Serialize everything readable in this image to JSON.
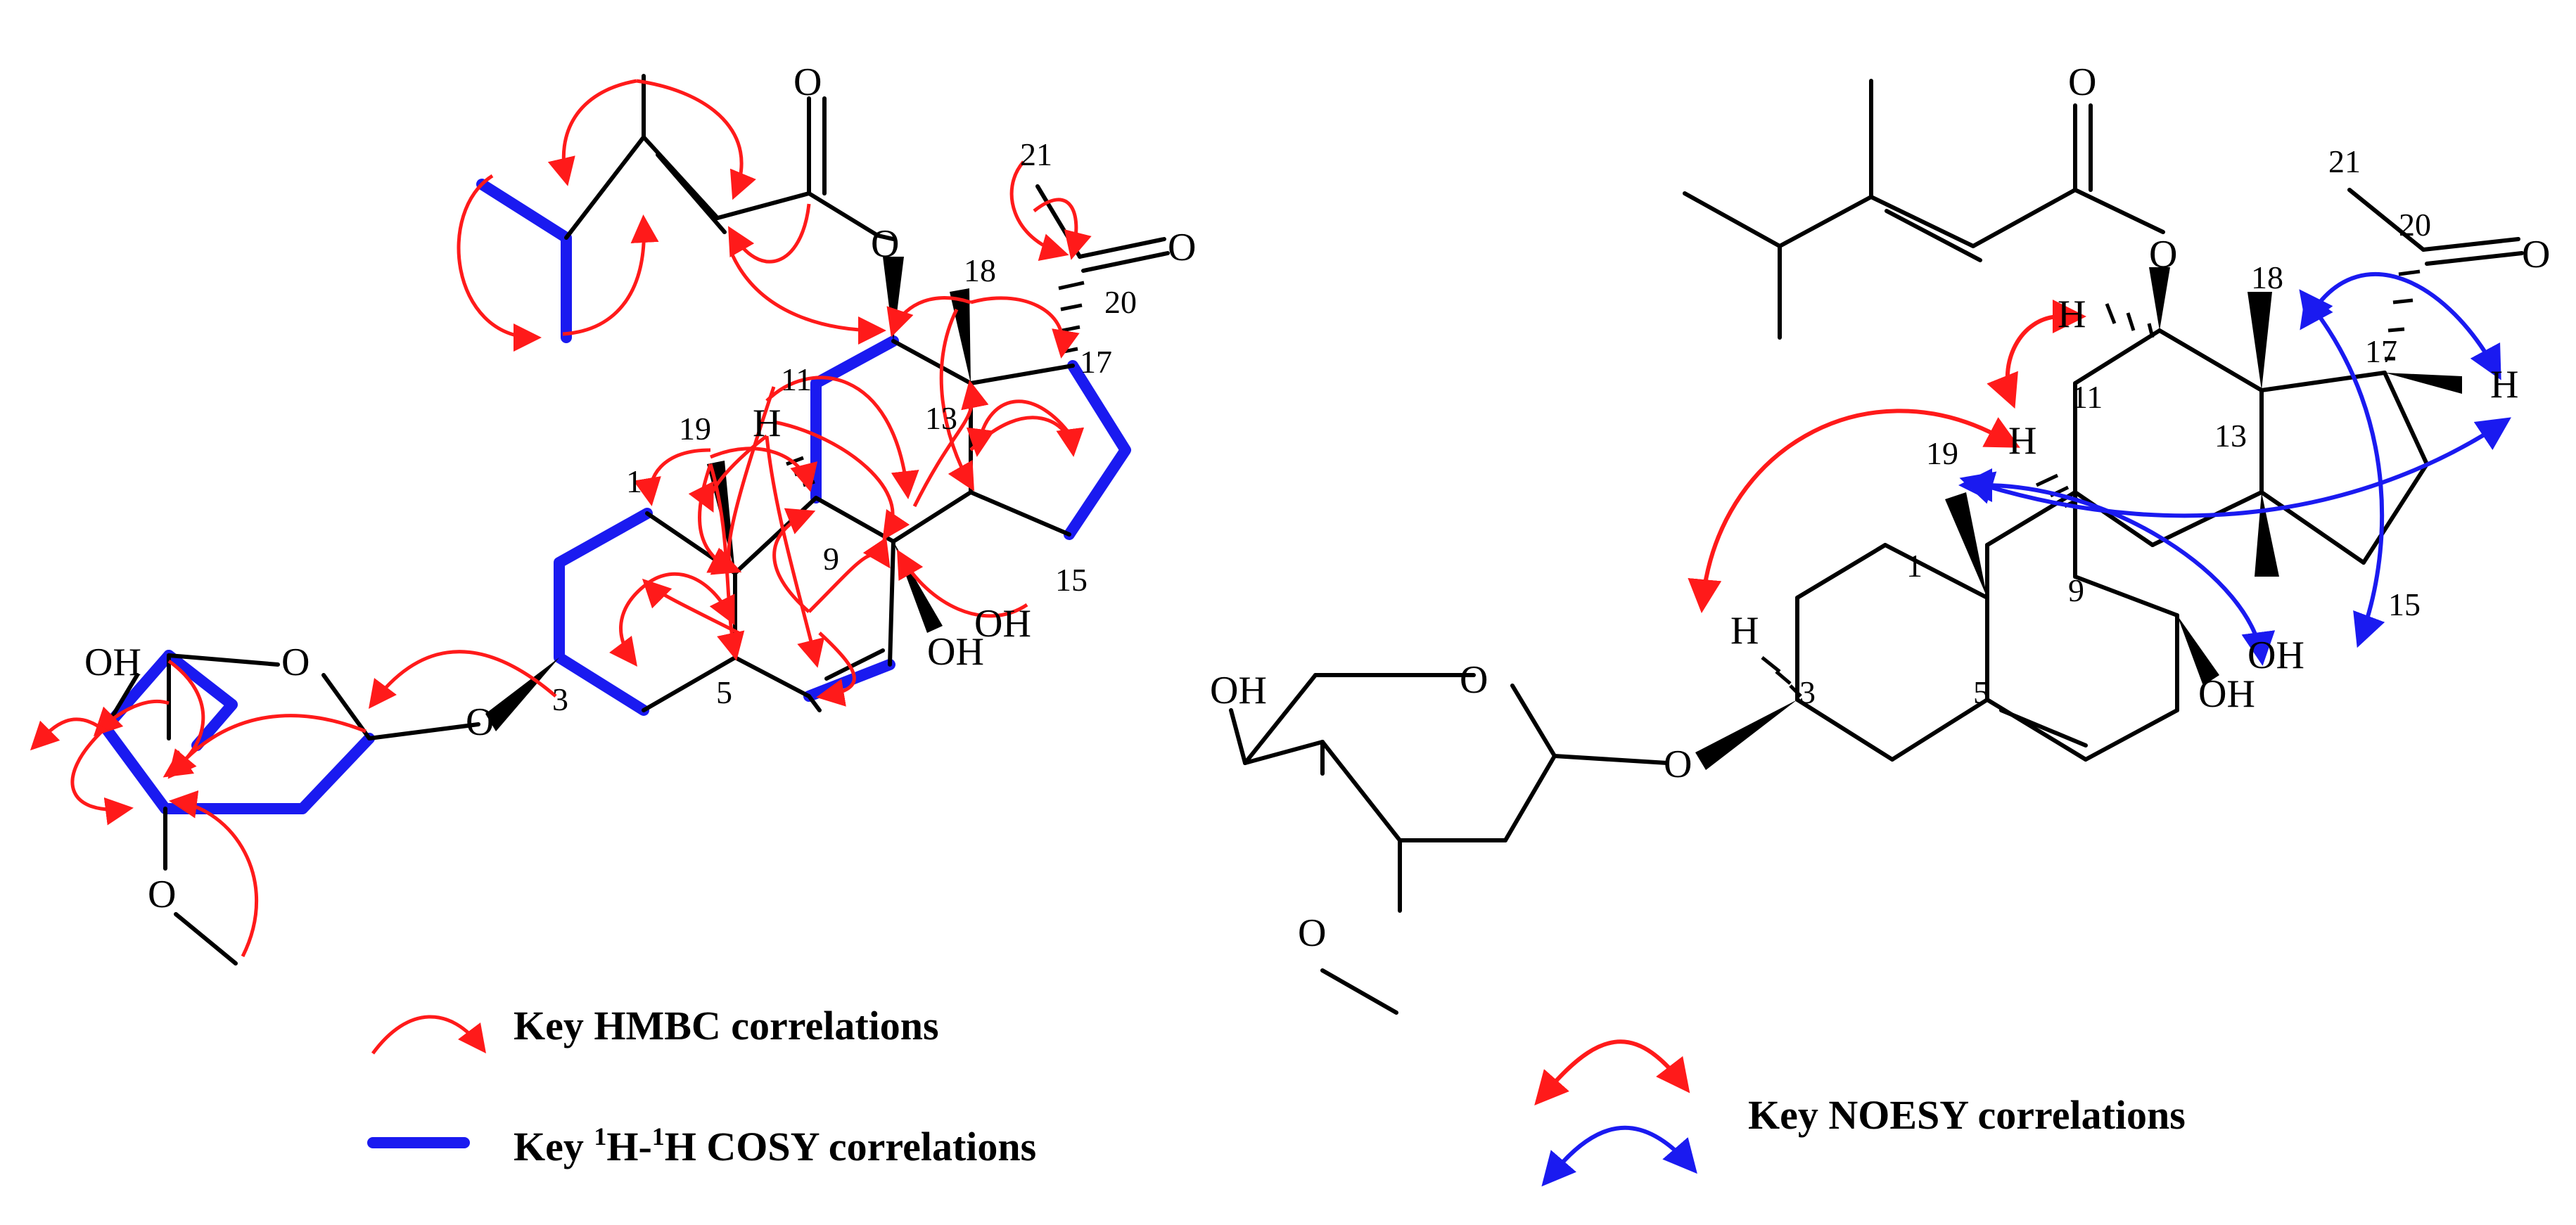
{
  "colors": {
    "hmbc": "#ff1a1a",
    "cosy": "#1a1af0",
    "noesy_red": "#ff1a1a",
    "noesy_blue": "#1a1af0",
    "bond": "#000000"
  },
  "atoms": {
    "O": "O",
    "OH": "OH",
    "H": "H"
  },
  "numbers": {
    "n1": "1",
    "n3": "3",
    "n5": "5",
    "n9": "9",
    "n11": "11",
    "n13": "13",
    "n15": "15",
    "n17": "17",
    "n18": "18",
    "n19": "19",
    "n20": "20",
    "n21": "21"
  },
  "legend": {
    "hmbc_label": "Key HMBC correlations",
    "cosy_prefix": "Key ",
    "cosy_sup1": "1",
    "cosy_h1": "H-",
    "cosy_sup2": "1",
    "cosy_suffix": "H COSY correlations",
    "noesy_label": "Key NOESY correlations"
  }
}
